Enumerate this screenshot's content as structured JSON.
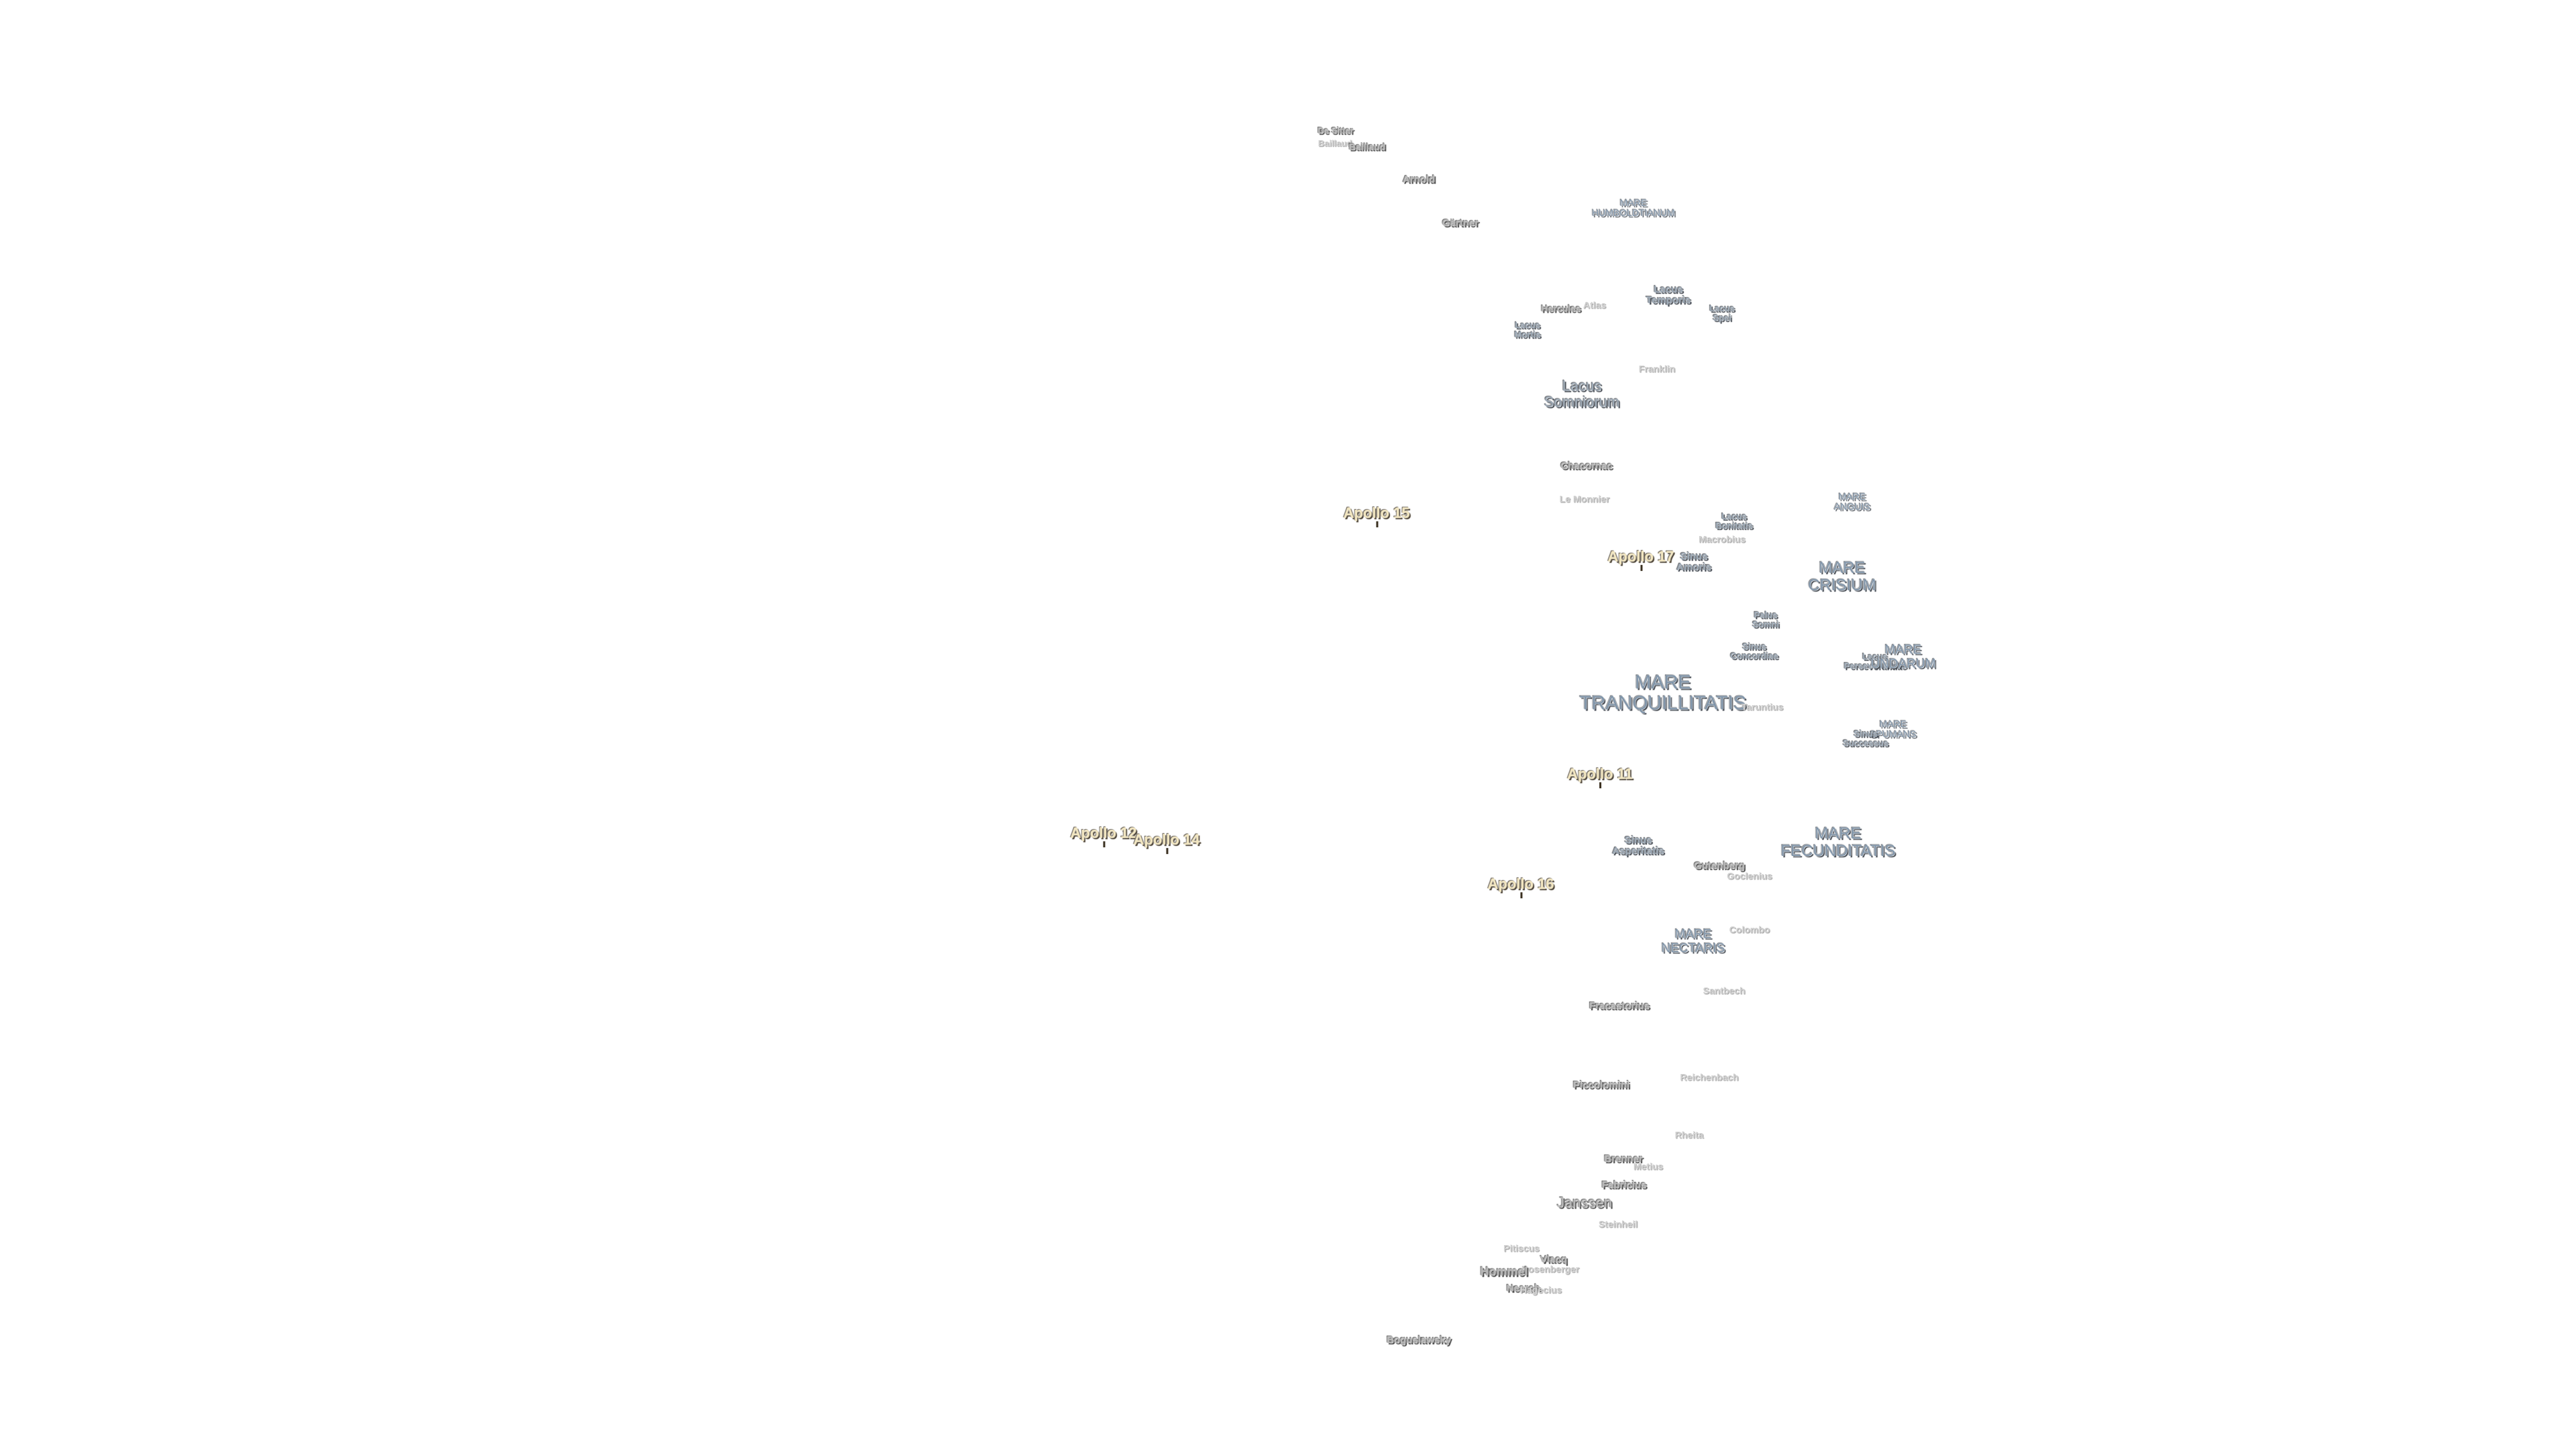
{
  "labels": {
    "de_sitter": "De Sitter",
    "baillaud": "Baillaud",
    "baillaud_faint": "Baillaud",
    "arnold": "Arnold",
    "gartner": "Gärtner",
    "mare_humboldtianum": [
      "MARE",
      "HUMBOLDTIANUM"
    ],
    "hercules": "Hercules",
    "atlas": "Atlas",
    "lacus_temporis": [
      "Lacus",
      "Temporis"
    ],
    "lacus_spei": [
      "Lacus",
      "Spei"
    ],
    "lacus_mortis": [
      "Lacus",
      "Mortis"
    ],
    "franklin": "Franklin",
    "lacus_somniorum": [
      "Lacus",
      "Somniorum"
    ],
    "chacornac": "Chacornac",
    "le_monnier": "Le Monnier",
    "apollo_15": "Apollo 15",
    "apollo_17": "Apollo 17",
    "lacus_bonitatis": [
      "Lacus",
      "Bonitatis"
    ],
    "macrobius": "Macrobius",
    "sinus_amoris": [
      "Sinus",
      "Amoris"
    ],
    "mare_anguis": [
      "MARE",
      "ANGUIS"
    ],
    "mare_crisium": [
      "MARE",
      "CRISIUM"
    ],
    "palus_somni": [
      "Palus",
      "Somni"
    ],
    "sinus_concordiae": [
      "Sinus",
      "Concordiae"
    ],
    "lacus_perseverantiae": [
      "Lacus",
      "Perseverantiae"
    ],
    "mare_undarum": [
      "MARE",
      "UNDARUM"
    ],
    "mare_tranquillitatis": [
      "MARE",
      "TRANQUILLITATIS"
    ],
    "taruntius": "Taruntius",
    "mare_spumans": [
      "MARE",
      "SPUMANS"
    ],
    "sinus_successus": [
      "Sinus",
      "Successus"
    ],
    "apollo_11": "Apollo 11",
    "apollo_12": "Apollo 12",
    "apollo_14": "Apollo 14",
    "sinus_asperitatis": [
      "Sinus",
      "Asperitatis"
    ],
    "gutenberg": "Gutenberg",
    "goclenius": "Goclenius",
    "mare_fecunditatis": [
      "MARE",
      "FECUNDITATIS"
    ],
    "apollo_16": "Apollo 16",
    "mare_nectaris": [
      "MARE",
      "NECTARIS"
    ],
    "colombo": "Colombo",
    "fracastorius": "Fracastorius",
    "santbech": "Santbech",
    "reichenbach": "Reichenbach",
    "piccolomini": "Piccolomini",
    "rheita": "Rheita",
    "brenner": "Brenner",
    "metius": "Metius",
    "fabricius": "Fabricius",
    "janssen": "Janssen",
    "steinheil": "Steinheil",
    "pitiscus": "Pitiscus",
    "vlacq": "Vlacq",
    "rosenberger": "Rosenberger",
    "hommel": "Hommel",
    "nearch": "Nearch",
    "hagecius": "Hagecius",
    "boguslawsky": "Boguslawsky"
  },
  "colors": {
    "background": "#ffffff",
    "mare_text": "#7f94a9",
    "crater_text": "#b7b7b7",
    "faint_text": "#d2d2d2",
    "apollo_text": "#f2e6c0"
  }
}
